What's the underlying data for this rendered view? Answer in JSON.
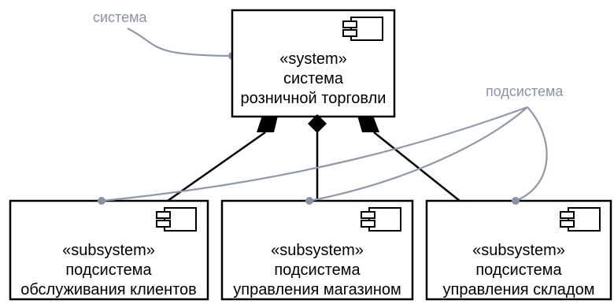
{
  "notes": {
    "system": "система",
    "subsystem": "подсистема"
  },
  "system_box": {
    "stereotype": "«system»",
    "line1": "система",
    "line2": "розничной торговли"
  },
  "subsystems": [
    {
      "stereotype": "«subsystem»",
      "line1": "подсистема",
      "line2": "обслуживания клиентов"
    },
    {
      "stereotype": "«subsystem»",
      "line1": "подсистема",
      "line2": "управления магазином"
    },
    {
      "stereotype": "«subsystem»",
      "line1": "подсистема",
      "line2": "управления складом"
    }
  ],
  "colors": {
    "note": "#8a93a5",
    "line": "#000000"
  }
}
